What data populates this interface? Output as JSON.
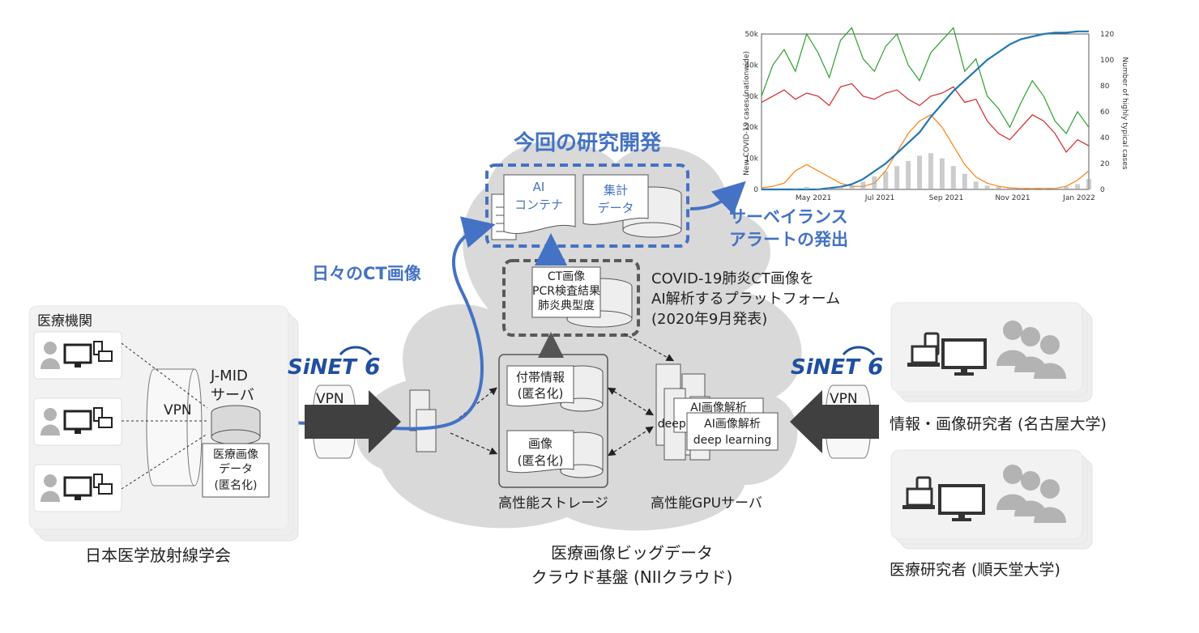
{
  "title": "今回の研究開発",
  "cloud_label": [
    "医療画像ビッグデータ",
    "クラウド基盤 (NIIクラウド)"
  ],
  "ai_container": [
    "AI",
    "コンテナ"
  ],
  "aggregate_data": [
    "集計",
    "データ"
  ],
  "surveillance": [
    "サーベイランス",
    "アラートの発出"
  ],
  "daily_ct": "日々のCT画像",
  "platform_desc": [
    "COVID-19肺炎CT画像を",
    "AI解析するプラットフォーム",
    "(2020年9月発表)"
  ],
  "platform_data": [
    "CT画像",
    "PCR検査結果",
    "肺炎典型度"
  ],
  "storage_meta": [
    "付帯情報",
    "(匿名化)"
  ],
  "storage_image": [
    "画像",
    "(匿名化)"
  ],
  "storage_label": "高性能ストレージ",
  "gpu_label": "高性能GPUサーバ",
  "gpu_doc_back": [
    "AI画像解析",
    "deep learning"
  ],
  "gpu_doc_front": [
    "AI画像解析",
    "deep learning"
  ],
  "hospital_label": "医療機関",
  "jrs_label": "日本医学放射線学会",
  "jmid": [
    "J-MID",
    "サーバ"
  ],
  "med_image_data": [
    "医療画像",
    "データ",
    "(匿名化)"
  ],
  "vpn": "VPN",
  "sinet": "SiNET",
  "sinet_num": "6",
  "researcher_nagoya": "情報・画像研究者 (名古屋大学)",
  "researcher_juntendo": "医療研究者 (順天堂大学)",
  "colors": {
    "accent_blue": "#4472c4",
    "cloud_gray": "#d9d9d9",
    "arrow_dark": "#404040",
    "green": "#2ca02c",
    "red": "#d62728",
    "orange": "#ff7f0e",
    "line_blue": "#1f77b4"
  },
  "chart_data": {
    "type": "line",
    "ylabel": "New COVID-19 cases (nationwide)",
    "y2label": "Number of highly typical cases",
    "xticks": [
      "May 2021",
      "Jul 2021",
      "Sep 2021",
      "Nov 2021",
      "Jan 2022"
    ],
    "yticks": [
      "0",
      "10k",
      "20k",
      "30k",
      "40k",
      "50k"
    ],
    "y2ticks": [
      "0",
      "20",
      "40",
      "60",
      "80",
      "100",
      "120"
    ],
    "ylim": [
      0,
      50000
    ],
    "y2lim": [
      0,
      120
    ],
    "series": [
      {
        "color": "#2ca02c",
        "values": [
          30,
          40,
          45,
          38,
          50,
          44,
          36,
          48,
          52,
          42,
          38,
          46,
          50,
          40,
          35,
          44,
          48,
          52,
          38,
          42,
          30,
          26,
          20,
          28,
          35,
          30,
          22,
          18,
          25,
          20
        ]
      },
      {
        "color": "#d62728",
        "values": [
          28,
          30,
          32,
          29,
          31,
          30,
          27,
          33,
          34,
          30,
          29,
          31,
          32,
          29,
          27,
          30,
          31,
          33,
          28,
          29,
          22,
          18,
          16,
          20,
          24,
          22,
          18,
          12,
          16,
          14
        ]
      },
      {
        "color": "#ff7f0e",
        "values": [
          0.5,
          1,
          2,
          6,
          8,
          6,
          4,
          2,
          1,
          1,
          2,
          6,
          12,
          18,
          22,
          24,
          20,
          14,
          8,
          4,
          2,
          1,
          0.5,
          0.3,
          0.3,
          0.3,
          0.3,
          1,
          3,
          6
        ]
      },
      {
        "color": "#1f77b4",
        "values": [
          0,
          0,
          0,
          0,
          0,
          0,
          1,
          2,
          4,
          8,
          14,
          20,
          28,
          36,
          44,
          56,
          66,
          76,
          84,
          92,
          100,
          106,
          112,
          116,
          118,
          120,
          121,
          121,
          122,
          122
        ]
      },
      {
        "color": "#aaaaaa",
        "values": [
          0,
          0,
          0,
          1,
          2,
          1,
          1,
          2,
          3,
          6,
          10,
          14,
          18,
          22,
          26,
          28,
          24,
          18,
          12,
          6,
          3,
          2,
          1,
          1,
          1,
          1,
          1,
          2,
          4,
          8
        ]
      }
    ]
  }
}
